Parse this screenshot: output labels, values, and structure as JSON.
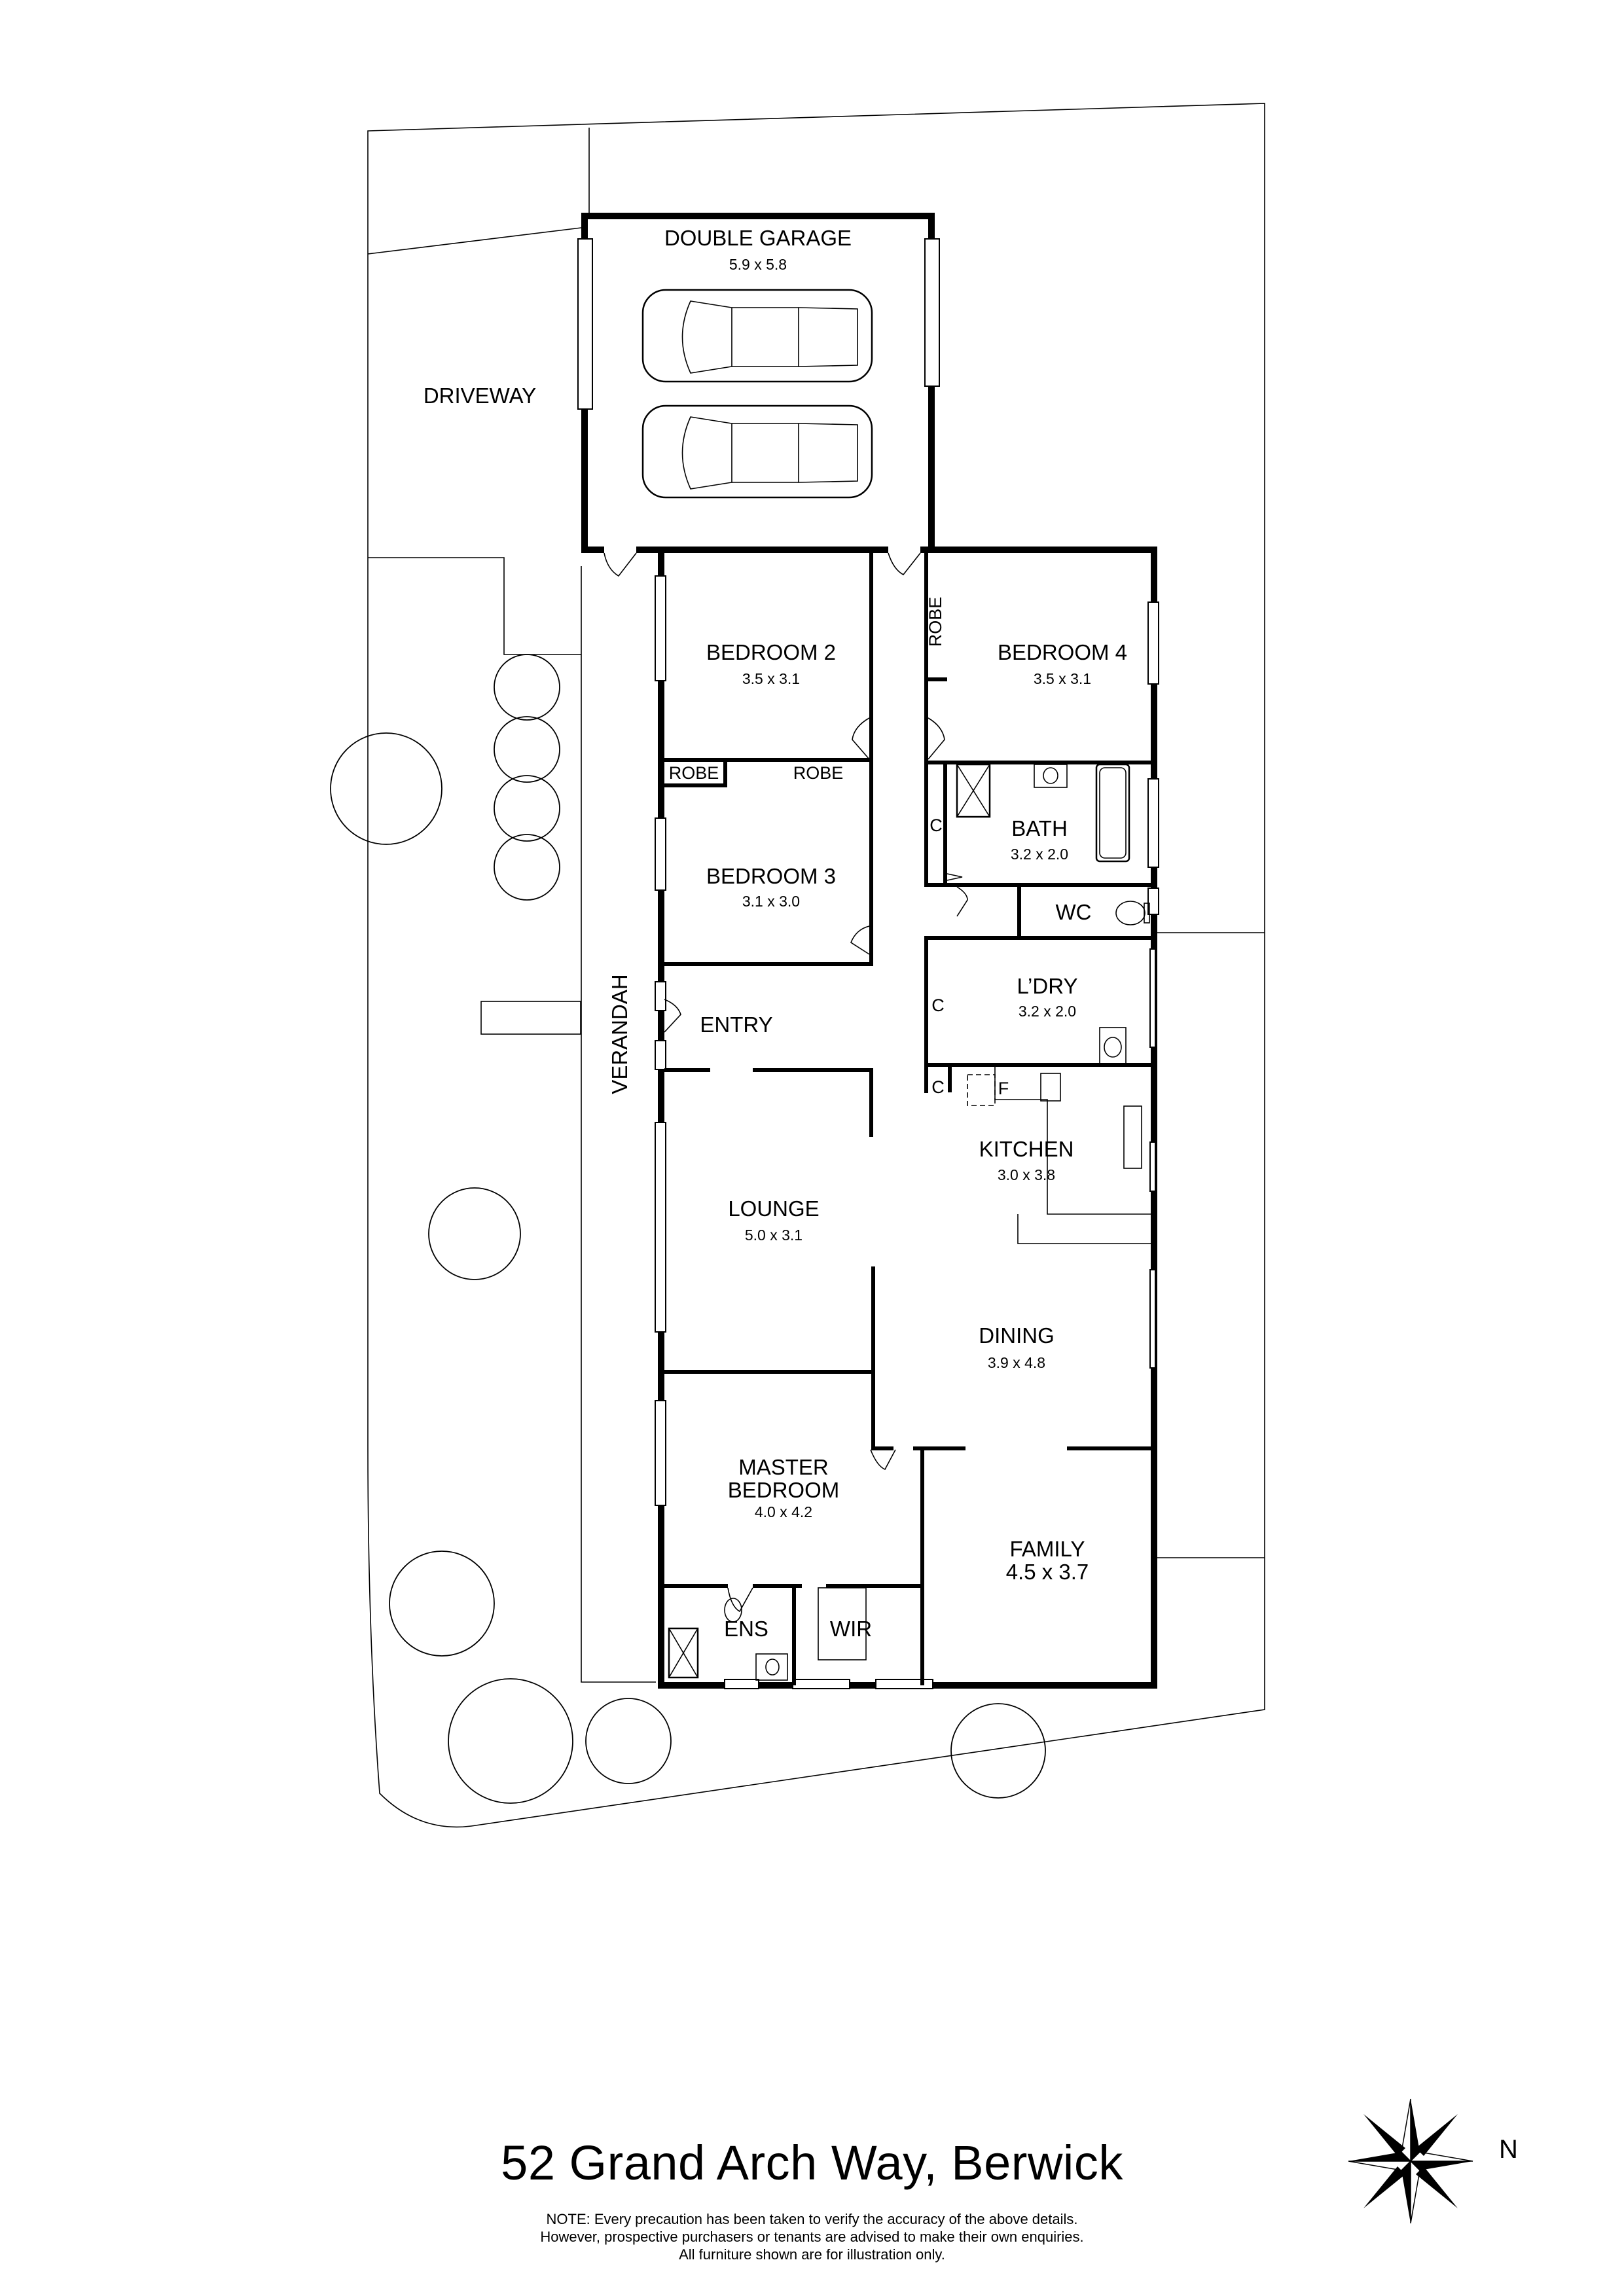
{
  "plan": {
    "address": "52 Grand Arch Way, Berwick",
    "rooms": {
      "double_garage": {
        "name": "DOUBLE GARAGE",
        "dims": "5.9 x 5.8"
      },
      "driveway": {
        "name": "DRIVEWAY"
      },
      "verandah": {
        "name": "VERANDAH"
      },
      "bedroom2": {
        "name": "BEDROOM 2",
        "dims": "3.5 x 3.1"
      },
      "bedroom3": {
        "name": "BEDROOM 3",
        "dims": "3.1 x 3.0"
      },
      "bedroom4": {
        "name": "BEDROOM 4",
        "dims": "3.5 x 3.1"
      },
      "robe_b2": {
        "name": "ROBE"
      },
      "robe_b3": {
        "name": "ROBE"
      },
      "robe_b4": {
        "name": "ROBE"
      },
      "bath": {
        "name": "BATH",
        "dims": "3.2 x 2.0"
      },
      "wc": {
        "name": "WC"
      },
      "linen_bath": {
        "name": "C"
      },
      "laundry": {
        "name": "L’DRY",
        "dims": "3.2 x 2.0"
      },
      "linen_laundry": {
        "name": "C"
      },
      "pantry": {
        "name": "C"
      },
      "fridge": {
        "name": "F"
      },
      "entry": {
        "name": "ENTRY"
      },
      "kitchen": {
        "name": "KITCHEN",
        "dims": "3.0 x 3.8"
      },
      "lounge": {
        "name": "LOUNGE",
        "dims": "5.0 x 3.1"
      },
      "dining": {
        "name": "DINING",
        "dims": "3.9 x 4.8"
      },
      "master": {
        "name_line1": "MASTER",
        "name_line2": "BEDROOM",
        "dims": "4.0 x 4.2"
      },
      "ensuite": {
        "name": "ENS"
      },
      "wir": {
        "name": "WIR"
      },
      "family": {
        "name": "FAMILY",
        "dims": "4.5 x 3.7"
      }
    },
    "compass": {
      "label": "N",
      "icon": "compass-rose-icon"
    },
    "note": {
      "line1": "NOTE: Every precaution has been taken to verify the accuracy of the above details.",
      "line2": "However, prospective purchasers or tenants are advised to make their own enquiries.",
      "line3": "All furniture shown are for illustration only."
    }
  }
}
